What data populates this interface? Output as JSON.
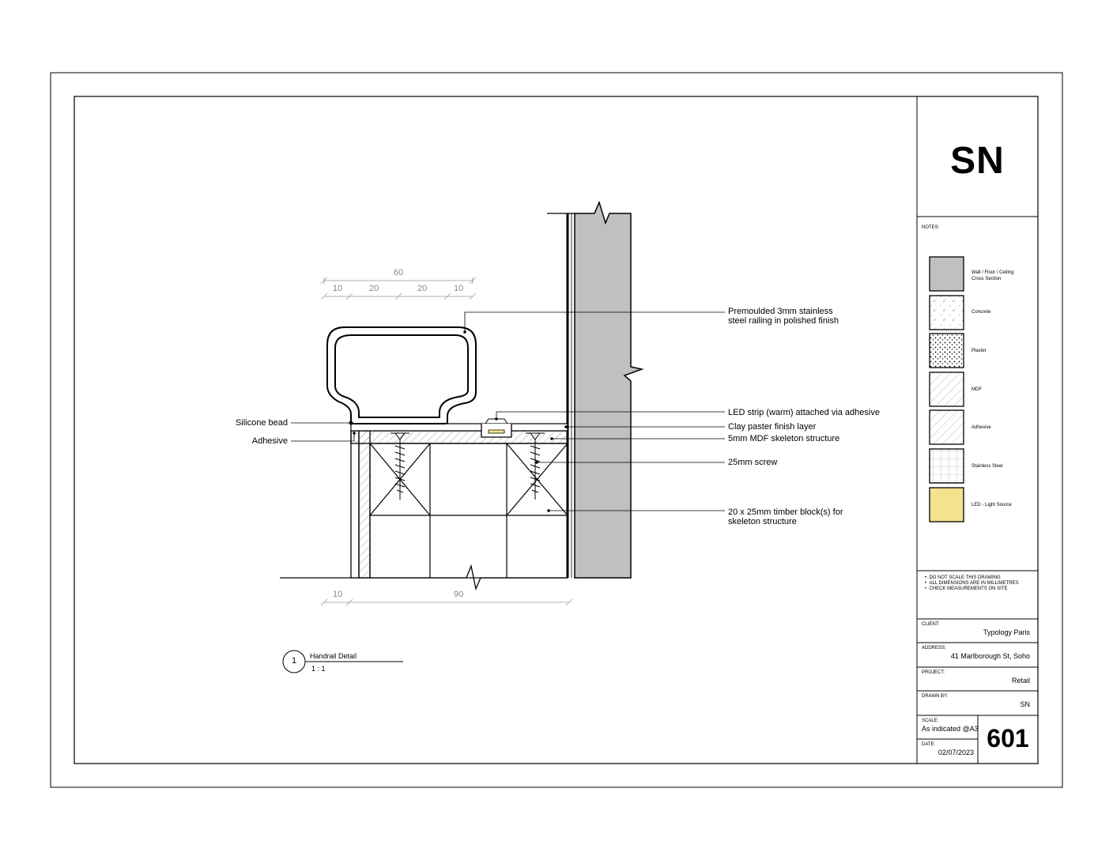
{
  "title_block": {
    "logo": "SN",
    "notes_heading": "NOTES:",
    "legend": [
      {
        "label": "Wall / Floor / Ceiling Cross Section",
        "color": "#c0c0c0",
        "pattern": "solid"
      },
      {
        "label": "Concrete",
        "color": "#ffffff",
        "pattern": "concrete"
      },
      {
        "label": "Plaster",
        "color": "#ffffff",
        "pattern": "plaster"
      },
      {
        "label": "MDF",
        "color": "#ffffff",
        "pattern": "hatch"
      },
      {
        "label": "Adhesive",
        "color": "#ffffff",
        "pattern": "hatch"
      },
      {
        "label": "Stainless Steel",
        "color": "#ffffff",
        "pattern": "grid"
      },
      {
        "label": "LED - Light Source",
        "color": "#f3e38e",
        "pattern": "solid"
      }
    ],
    "general_notes": [
      "DO NOT SCALE THIS DRAWING",
      "ALL DIMENSIONS ARE IN MILLIMETRES",
      "CHECK MEASUREMENTS ON SITE"
    ],
    "client_label": "CLIENT:",
    "client": "Typology Paris",
    "address_label": "ADDRESS:",
    "address": "41 Marlborough St, Soho",
    "project_label": "PROJECT:",
    "project": "Retail",
    "drawn_by_label": "DRAWN BY:",
    "drawn_by": "SN",
    "scale_label": "SCALE:",
    "scale": "As indicated @A3",
    "date_label": "DATE:",
    "date": "02/07/2023",
    "sheet_number": "601"
  },
  "detail": {
    "number": "1",
    "title": "Handrail Detail",
    "scale": "1 : 1"
  },
  "dimensions": {
    "top_total": "60",
    "top_segments": [
      "10",
      "20",
      "20",
      "10"
    ],
    "bottom_segments": [
      "10",
      "90"
    ]
  },
  "callouts": {
    "railing": "Premoulded 3mm stainless\nsteel railing in polished finish",
    "led": "LED strip (warm) attached via adhesive",
    "clay": "Clay paster finish layer",
    "mdf": "5mm MDF skeleton structure",
    "screw": "25mm screw",
    "timber": "20 x 25mm timber block(s) for\nskeleton structure",
    "silicone": "Silicone bead",
    "adhesive": "Adhesive"
  }
}
